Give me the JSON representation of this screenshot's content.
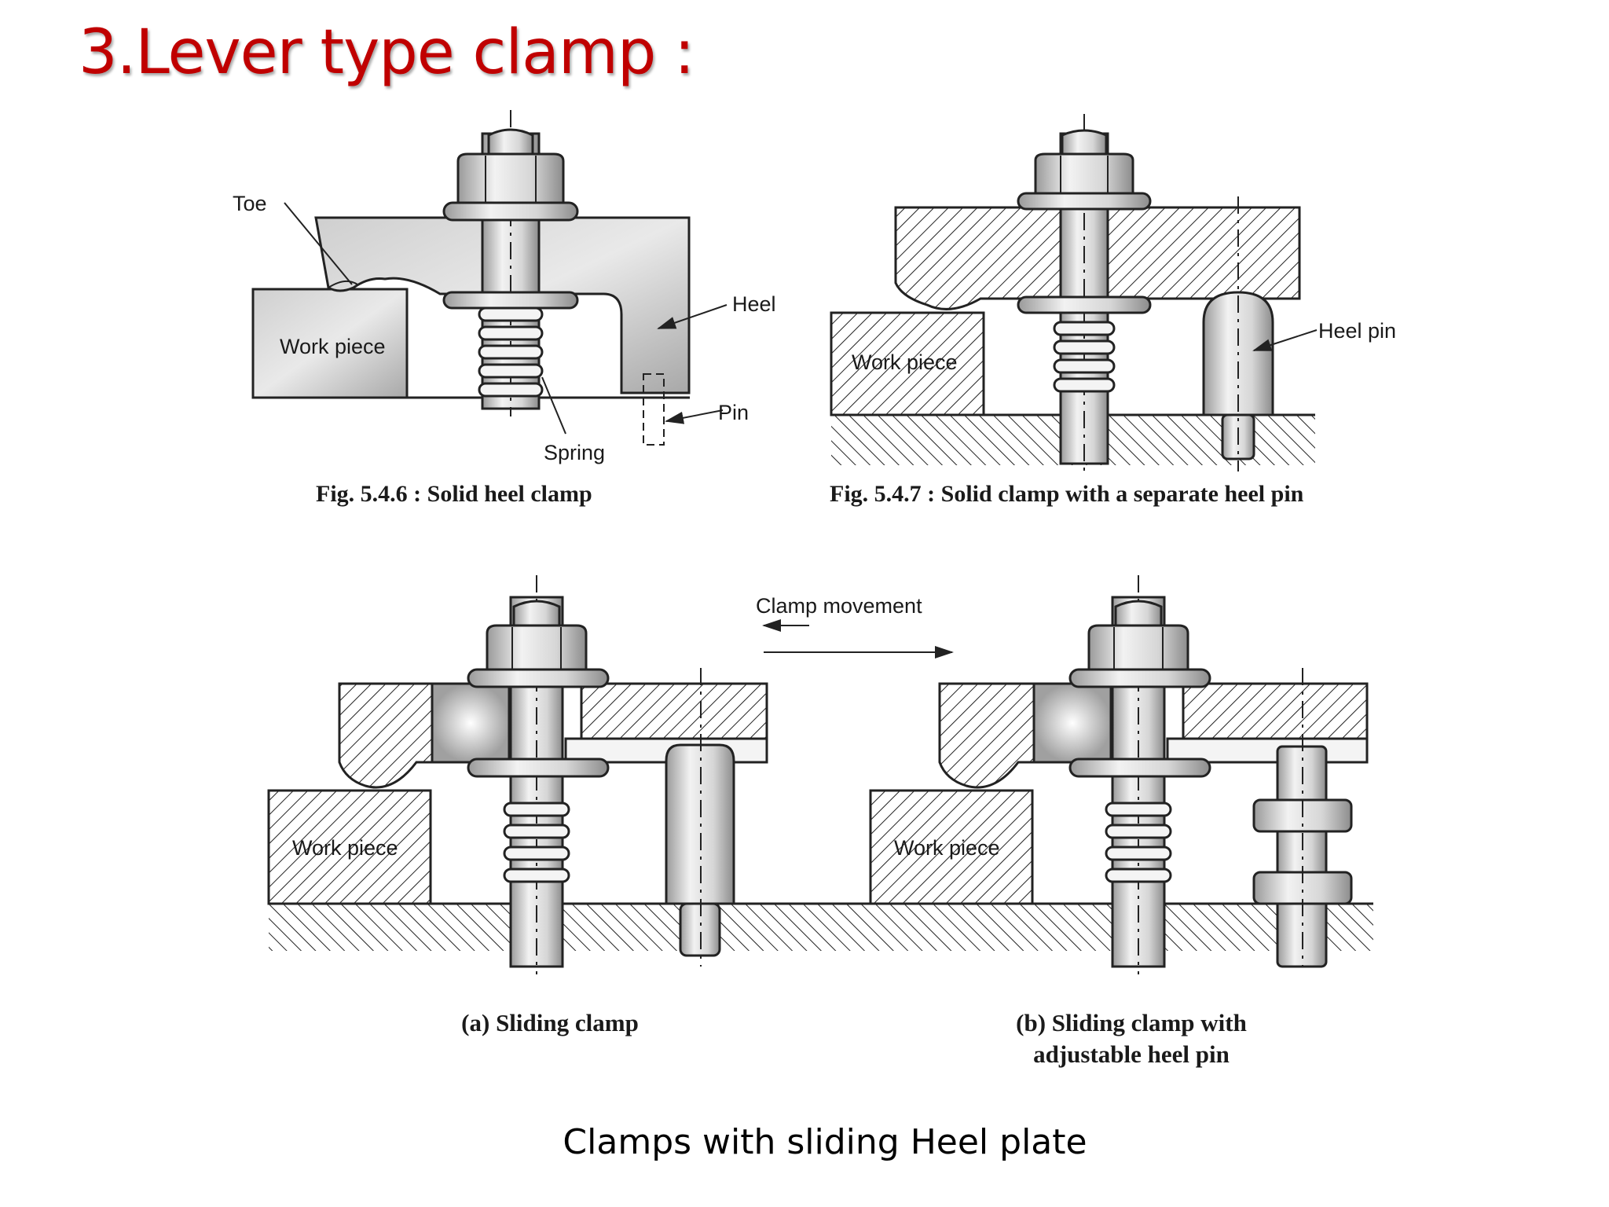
{
  "slide": {
    "title": "3.Lever type clamp :",
    "footer": "Clamps with sliding Heel plate"
  },
  "fig1": {
    "caption": "Fig. 5.4.6 : Solid heel clamp",
    "labels": {
      "toe": "Toe",
      "work_piece": "Work piece",
      "heel": "Heel",
      "pin": "Pin",
      "spring": "Spring"
    }
  },
  "fig2": {
    "caption": "Fig. 5.4.7 : Solid clamp with a separate heel pin",
    "labels": {
      "work_piece": "Work piece",
      "heel_pin": "Heel pin"
    }
  },
  "fig3": {
    "movement_label": "Clamp movement",
    "a": {
      "caption": "(a) Sliding clamp",
      "work_piece": "Work piece"
    },
    "b": {
      "caption_line1": "(b) Sliding clamp with",
      "caption_line2": "adjustable heel pin",
      "work_piece": "Work piece"
    }
  }
}
